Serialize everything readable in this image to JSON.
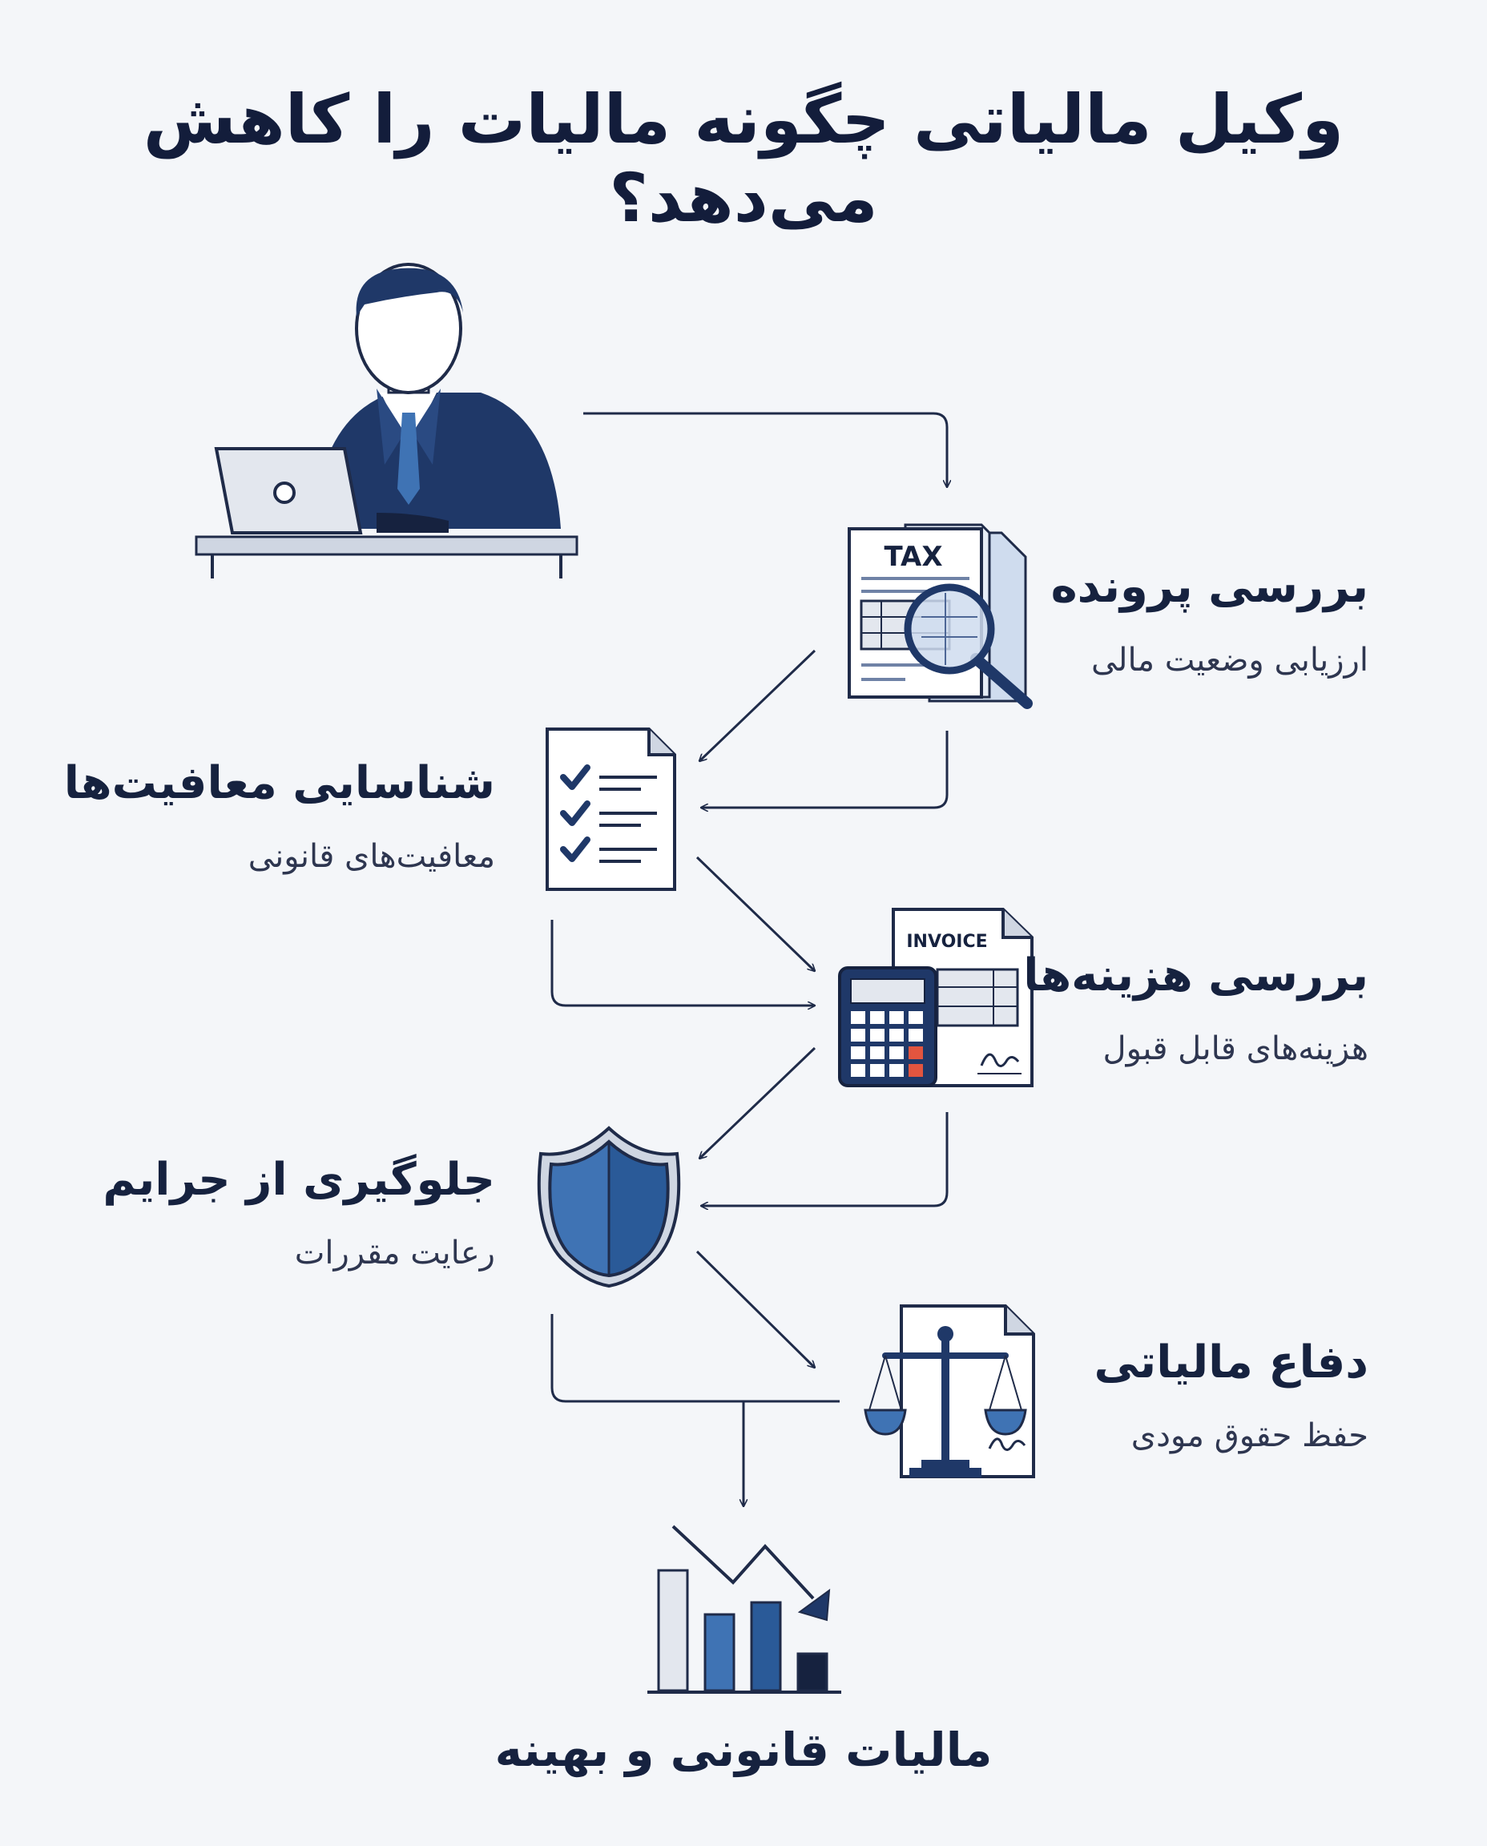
{
  "title": "وکیل مالیاتی چگونه مالیات را کاهش می‌دهد؟",
  "steps": [
    {
      "heading": "بررسی پرونده",
      "sub": "ارزیابی وضعیت مالی"
    },
    {
      "heading": "شناسایی معافیت‌ها",
      "sub": "معافیت‌های قانونی"
    },
    {
      "heading": "بررسی هزینه‌ها",
      "sub": "هزینه‌های قابل قبول"
    },
    {
      "heading": "جلوگیری از جرایم",
      "sub": "رعایت مقررات"
    },
    {
      "heading": "دفاع مالیاتی",
      "sub": "حفظ حقوق مودی"
    }
  ],
  "icons": {
    "tax_label": "TAX",
    "invoice_label": "INVOICE"
  },
  "result": "مالیات قانونی و بهینه",
  "colors": {
    "navy": "#1f3868",
    "dark": "#16223f",
    "blue": "#3f73b4",
    "light_blue": "#cfdcee",
    "gray": "#e3e7ee",
    "red": "#e2553f"
  }
}
